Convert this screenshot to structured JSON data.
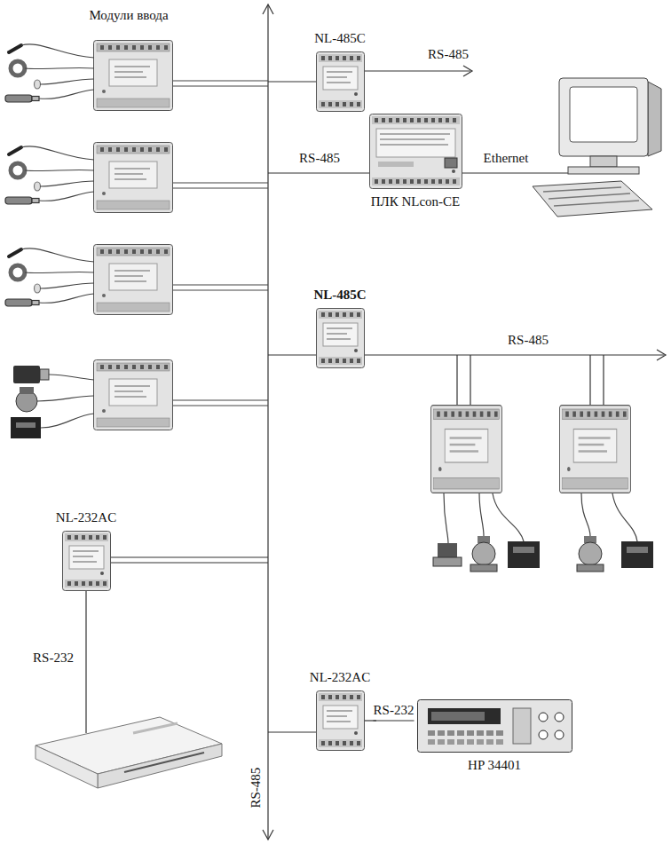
{
  "diagram": {
    "nodes": [
      {
        "text": [
          "NL-485C"
        ]
      },
      {
        "text": [
          "ПЛК NLcon-CE"
        ]
      },
      {
        "text": [
          "NL-485C"
        ]
      },
      {
        "text": [
          "NL-232AC"
        ]
      },
      {
        "text": [
          "NL-232AC"
        ]
      },
      {
        "text": [
          "HP 34401"
        ]
      }
    ],
    "edges": [
      {
        "from": 4,
        "to": 5,
        "label": "RS-232",
        "arrow": "none"
      }
    ],
    "labels": [
      "Модули ввода",
      "RS-485",
      "RS-485",
      "Ethernet",
      "RS-485",
      "RS-232",
      "RS-485"
    ]
  }
}
